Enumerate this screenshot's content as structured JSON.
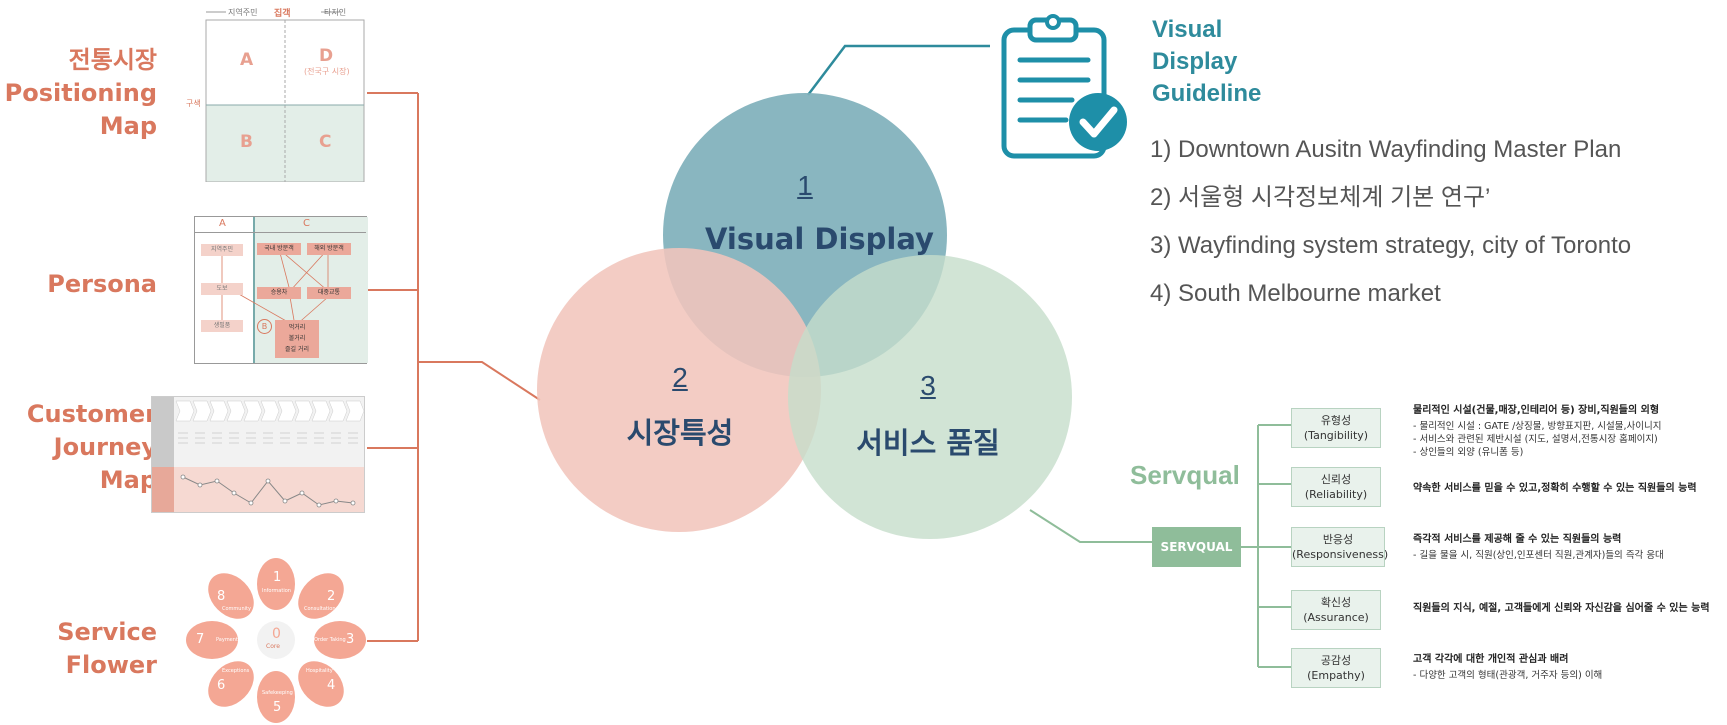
{
  "left_labels": [
    {
      "id": "positioning",
      "lines": [
        "전통시장",
        "Positioning",
        "Map"
      ]
    },
    {
      "id": "persona",
      "lines": [
        "Persona"
      ]
    },
    {
      "id": "journey",
      "lines": [
        "Customer",
        "Journey",
        "Map"
      ]
    },
    {
      "id": "flower",
      "lines": [
        "Service",
        "Flower"
      ]
    }
  ],
  "positioning_map": {
    "top_left": "지역주민",
    "top_center": "집객",
    "top_right": "타지인",
    "side": "구색",
    "quadrants": [
      "A",
      "D",
      "B",
      "C"
    ],
    "d_sub": "(전국구 시장)"
  },
  "persona_thumb": {
    "col_a": "A",
    "col_c": "C",
    "a_items": [
      "지역주민",
      "도보",
      "생필품"
    ],
    "c_items": [
      "국내 방문객",
      "해외 방문객",
      "승용차",
      "대중교통"
    ],
    "b_label": "B",
    "center_items": [
      "먹거리",
      "볼거리",
      "즐길 거리"
    ]
  },
  "flower": {
    "center_num": "0",
    "center_label": "Core",
    "petals": [
      {
        "n": "1",
        "t": "Information"
      },
      {
        "n": "2",
        "t": "Consultation"
      },
      {
        "n": "3",
        "t": "Order Taking"
      },
      {
        "n": "4",
        "t": "Hospitality"
      },
      {
        "n": "5",
        "t": "Safekeeping"
      },
      {
        "n": "6",
        "t": "Exceptions"
      },
      {
        "n": "7",
        "t": "Payment"
      },
      {
        "n": "8",
        "t": "Community"
      }
    ]
  },
  "venn": [
    {
      "num": "1",
      "label": "Visual Display"
    },
    {
      "num": "2",
      "label": "시장특성"
    },
    {
      "num": "3",
      "label": "서비스 품질"
    }
  ],
  "visual_display": {
    "title_lines": [
      "Visual",
      "Display",
      "Guideline"
    ],
    "icon": "clipboard-check-icon",
    "refs": [
      "1) Downtown Ausitn  Wayfinding Master Plan",
      "2) 서울형 시각정보체계 기본 연구’",
      "3) Wayfinding system strategy, city of Toronto",
      "4) South Melbourne market"
    ]
  },
  "servqual": {
    "label": "Servqual",
    "box": "SERVQUAL",
    "items": [
      {
        "ko": "유형성",
        "en": "(Tangibility)",
        "main": "물리적인 시설(건물,매장,인테리어 등) 장비,직원들의 외형",
        "subs": [
          "-   물리적인 시설 : GATE /상징물, 방향표지판, 시설물,사이니지",
          "-   서비스와 관련된 제반시설 (지도, 설명서,전통시장 홈페이지)",
          "-   상인들의 외양 (유니폼 등)"
        ]
      },
      {
        "ko": "신뢰성",
        "en": "(Reliability)",
        "main": "약속한 서비스를 믿을 수 있고,정확히 수행할 수 있는 직원들의 능력",
        "subs": []
      },
      {
        "ko": "반응성",
        "en": "(Responsiveness)",
        "main": "즉각적 서비스를 제공해 줄 수 있는 직원들의 능력",
        "subs": [
          "- 길을 물을 시, 직원(상인,인포센터 직원,관계자)들의 즉각 응대"
        ]
      },
      {
        "ko": "확신성",
        "en": "(Assurance)",
        "main": "직원들의 지식, 예절, 고객들에게 신뢰와 자신감을 심어줄 수 있는 능력",
        "subs": []
      },
      {
        "ko": "공감성",
        "en": "(Empathy)",
        "main": "고객 각각에 대한 개인적 관심과 배려",
        "subs": [
          "- 다양한 고객의 형태(관광객, 거주자 등의) 이해"
        ]
      }
    ]
  },
  "colors": {
    "salmon": "#d9785e",
    "teal": "#2e8b9c",
    "venn1": "#7fb0bb",
    "venn2": "#f1c5bc",
    "venn3": "#c6ddcb",
    "navy": "#2a4a6e",
    "green": "#8fbd9a"
  }
}
